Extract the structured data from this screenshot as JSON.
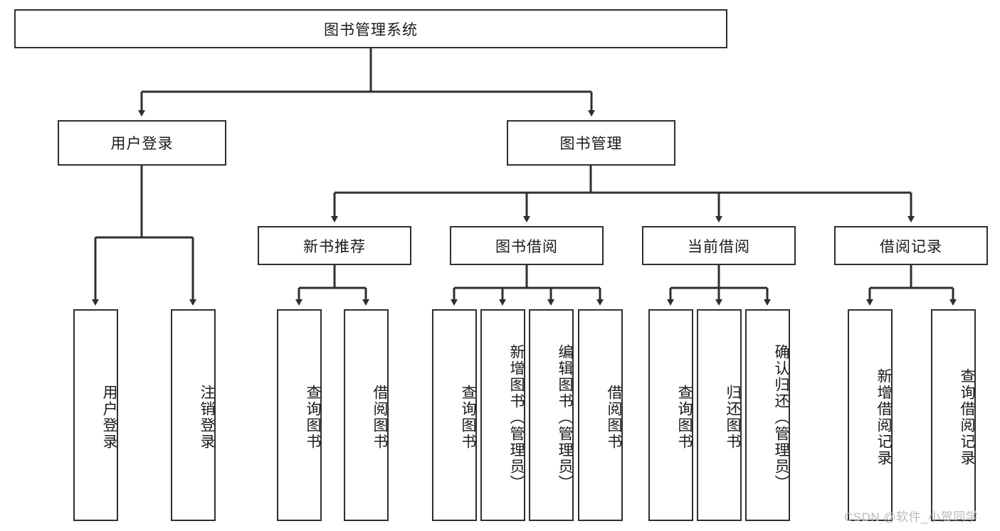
{
  "diagram": {
    "title": "图书管理系统",
    "type": "tree",
    "root": {
      "label": "图书管理系统"
    },
    "level2": [
      {
        "label": "用户登录"
      },
      {
        "label": "图书管理"
      }
    ],
    "level3": [
      {
        "label": "新书推荐"
      },
      {
        "label": "图书借阅"
      },
      {
        "label": "当前借阅"
      },
      {
        "label": "借阅记录"
      }
    ],
    "leaves": {
      "user_login": [
        {
          "label": "用户登录"
        },
        {
          "label": "注销登录"
        }
      ],
      "new_book": [
        {
          "label": "查询图书"
        },
        {
          "label": "借阅图书"
        }
      ],
      "borrow": [
        {
          "label": "查询图书"
        },
        {
          "label": "新增图书（管理员）"
        },
        {
          "label": "编辑图书（管理员）"
        },
        {
          "label": "借阅图书"
        }
      ],
      "current": [
        {
          "label": "查询图书"
        },
        {
          "label": "归还图书"
        },
        {
          "label": "确认归还（管理员）"
        }
      ],
      "records": [
        {
          "label": "新增借阅记录"
        },
        {
          "label": "查询借阅记录"
        }
      ]
    }
  },
  "watermark": {
    "text": "CSDN @软件_小贺同学"
  },
  "colors": {
    "stroke": "#2f2f2f",
    "fill": "#ffffff",
    "text": "#1a1a1a",
    "watermark": "#b9b9b9"
  }
}
